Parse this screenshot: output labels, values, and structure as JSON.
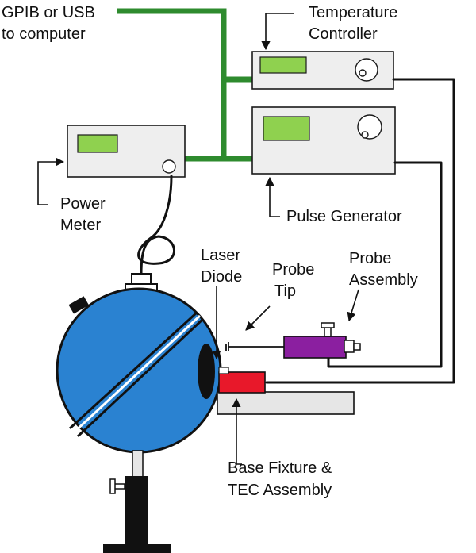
{
  "labels": {
    "gpib_line1": "GPIB or USB",
    "gpib_line2": "to computer",
    "temp_line1": "Temperature",
    "temp_line2": "Controller",
    "power_line1": "Power",
    "power_line2": "Meter",
    "pulse": "Pulse Generator",
    "laser_line1": "Laser",
    "laser_line2": "Diode",
    "probe_tip_line1": "Probe",
    "probe_tip_line2": "Tip",
    "probe_asm_line1": "Probe",
    "probe_asm_line2": "Assembly",
    "base_line1": "Base Fixture &",
    "base_line2": "TEC Assembly"
  },
  "colors": {
    "bus": "#2e8b2e",
    "display": "#8fd14f",
    "sphere": "#2a82d1",
    "laser_body": "#e8182a",
    "probe_body": "#8b1fa0",
    "instrument": "#eeeeee"
  }
}
